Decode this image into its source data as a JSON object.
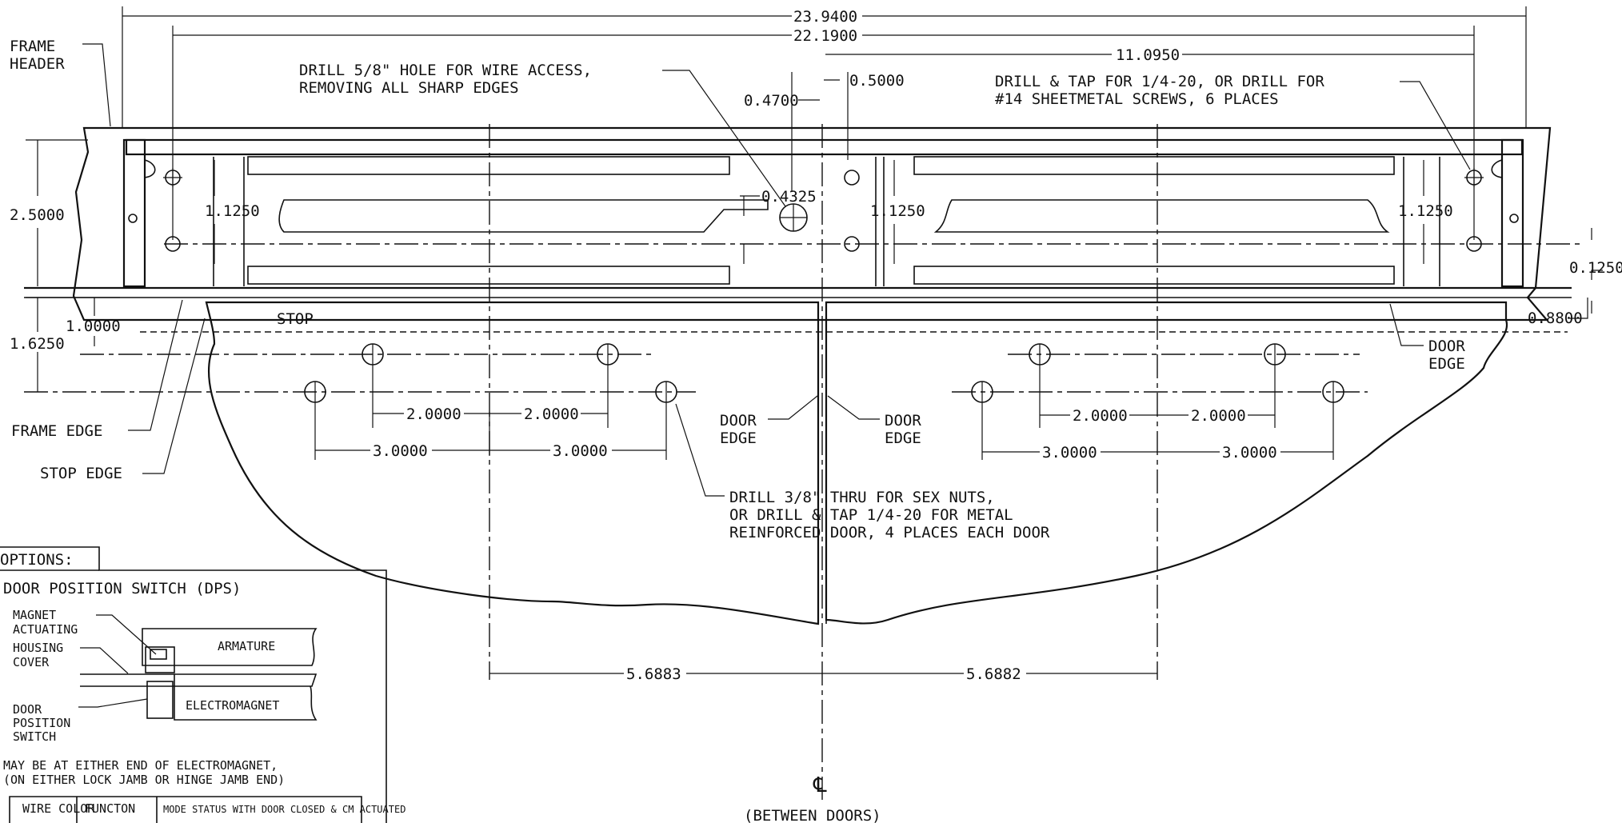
{
  "dimensions": {
    "overall_width": "23.9400",
    "hole_span": "22.1900",
    "half_span": "11.0950",
    "offset_left": "0.4700",
    "offset_right": "0.5000",
    "header_height": "2.5000",
    "hole_vert_left": "1.1250",
    "hole_vert_mid": "1.1250",
    "hole_vert_right": "1.1250",
    "wire_hole": "0.4325",
    "stop_offset": "0.1250",
    "door_edge_offset": "0.8800",
    "stop_dim": "1.0000",
    "lower_row": "1.6250",
    "left_spacing_a": "2.0000",
    "left_spacing_b": "2.0000",
    "left_spacing_c": "3.0000",
    "left_spacing_d": "3.0000",
    "right_spacing_a": "2.0000",
    "right_spacing_b": "2.0000",
    "right_spacing_c": "3.0000",
    "right_spacing_d": "3.0000",
    "center_left": "5.6883",
    "center_right": "5.6882"
  },
  "labels": {
    "frame_header_1": "FRAME",
    "frame_header_2": "HEADER",
    "drill_wire_1": "DRILL 5/8\" HOLE FOR WIRE ACCESS,",
    "drill_wire_2": "REMOVING ALL SHARP EDGES",
    "drill_tap_1": "DRILL & TAP FOR 1/4-20, OR DRILL FOR",
    "drill_tap_2": "#14 SHEETMETAL SCREWS, 6 PLACES",
    "stop": "STOP",
    "frame_edge": "FRAME EDGE",
    "stop_edge": "STOP EDGE",
    "door_edge_left_1": "DOOR",
    "door_edge_left_2": "EDGE",
    "door_edge_mid_1": "DOOR",
    "door_edge_mid_2": "EDGE",
    "door_edge_right_1": "DOOR",
    "door_edge_right_2": "EDGE",
    "drill_thru_1": "DRILL 3/8\" THRU FOR SEX NUTS,",
    "drill_thru_2": "OR DRILL & TAP 1/4-20 FOR METAL",
    "drill_thru_3": "REINFORCED DOOR, 4 PLACES EACH DOOR",
    "centerline_symbol": "℄",
    "between_doors": "(BETWEEN DOORS)"
  },
  "options": {
    "tab": "OPTIONS:",
    "title": "DOOR POSITION SWITCH (DPS)",
    "magnet_1": "MAGNET",
    "magnet_2": "ACTUATING",
    "housing_1": "HOUSING",
    "housing_2": "COVER",
    "armature": "ARMATURE",
    "electromagnet": "ELECTROMAGNET",
    "dps_1": "DOOR",
    "dps_2": "POSITION",
    "dps_3": "SWITCH",
    "note_1": "MAY BE AT EITHER END OF ELECTROMAGNET,",
    "note_2": "(ON EITHER LOCK JAMB OR HINGE JAMB END)",
    "table_headers": [
      "WIRE COLOR",
      "FUNCTON",
      "MODE STATUS WITH DOOR CLOSED & CM ACTUATED"
    ]
  }
}
